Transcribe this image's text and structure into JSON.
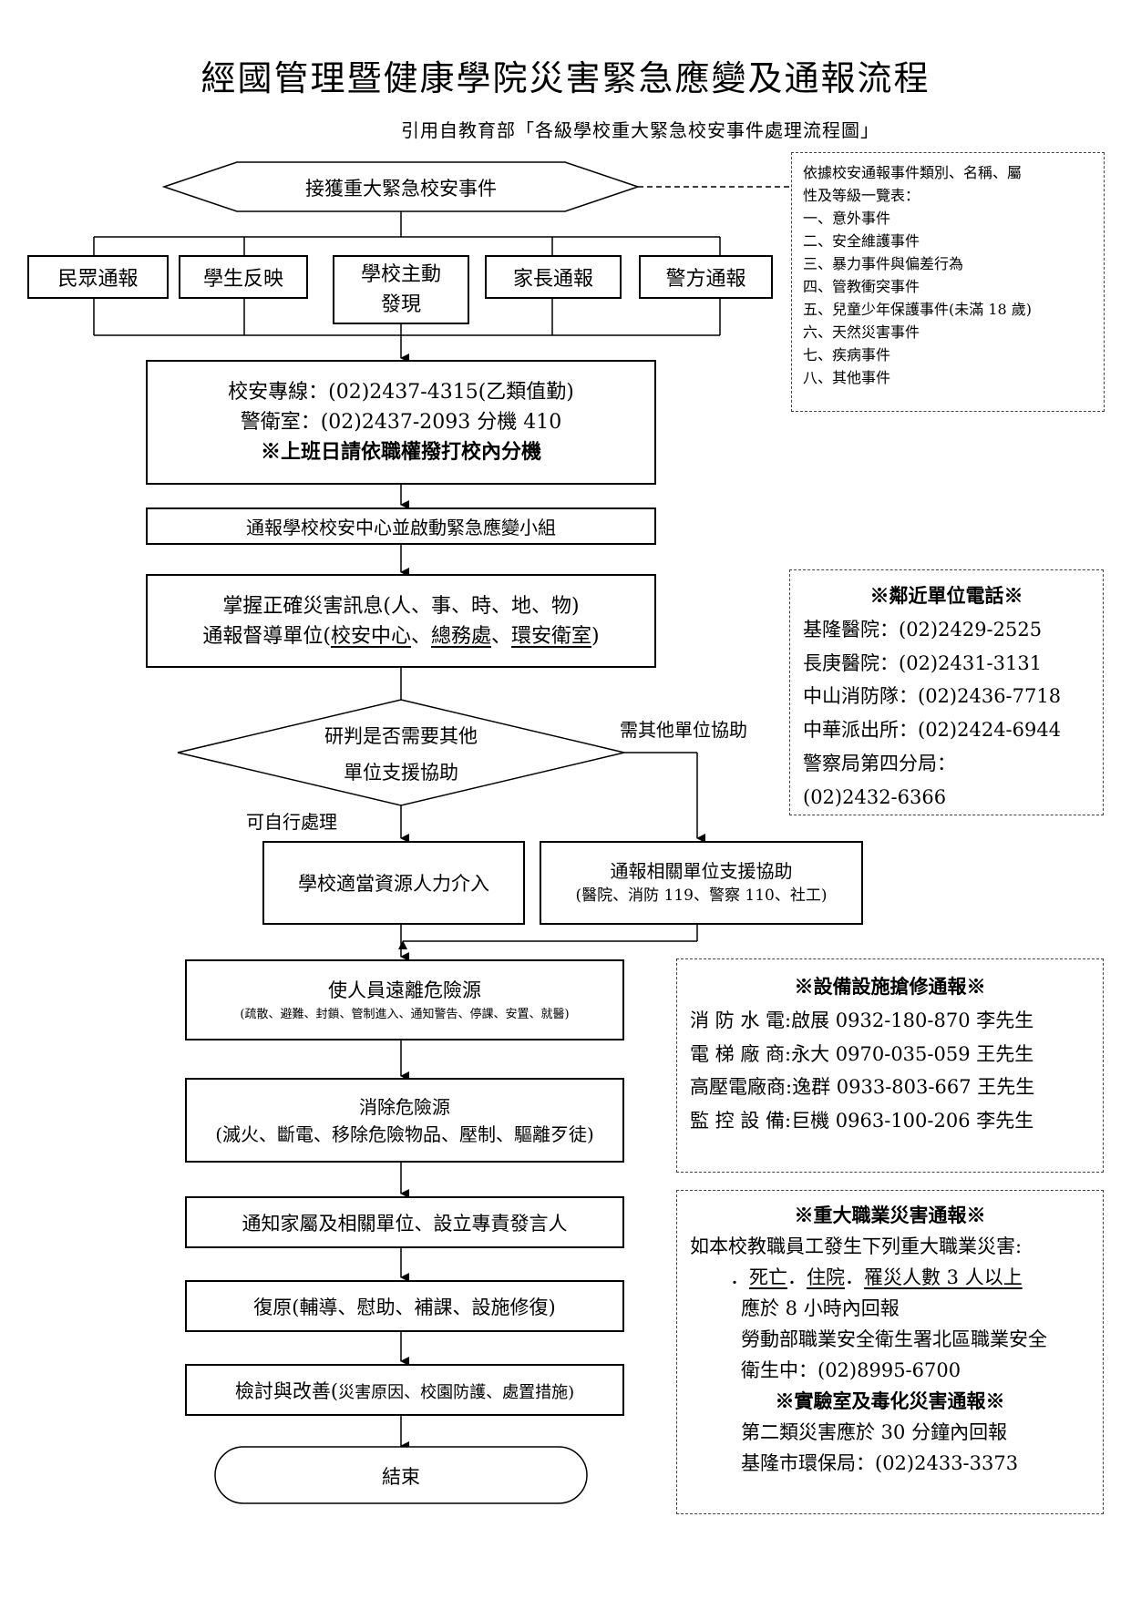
{
  "header": {
    "title": "經國管理暨健康學院災害緊急應變及通報流程",
    "subtitle": "引用自教育部「各級學校重大緊急校安事件處理流程圖」"
  },
  "start": {
    "label": "接獲重大緊急校安事件"
  },
  "sources": [
    {
      "label": "民眾通報"
    },
    {
      "label": "學生反映"
    },
    {
      "label": "學校主動",
      "label2": "發現"
    },
    {
      "label": "家長通報"
    },
    {
      "label": "警方通報"
    }
  ],
  "category_note": {
    "lines": [
      "依據校安通報事件類別、名稱、屬",
      "性及等級一覽表：",
      "一、意外事件",
      "二、安全維護事件",
      "三、暴力事件與偏差行為",
      "四、管教衝突事件",
      "五、兒童少年保護事件(未滿 18 歲)",
      "六、天然災害事件",
      "七、疾病事件",
      "八、其他事件"
    ]
  },
  "hotline": {
    "line1": "校安專線：(02)2437-4315(乙類值勤)",
    "line2": "警衛室：(02)2437-2093 分機 410",
    "line3": "※上班日請依職權撥打校內分機"
  },
  "notify_center": {
    "label": "通報學校校安中心並啟動緊急應變小組"
  },
  "grasp": {
    "line1": "掌握正確災害訊息(人、事、時、地、物)",
    "line2_prefix": "通報督導單位(",
    "unit1": "校安中心",
    "sep1": "、",
    "unit2": "總務處",
    "sep2": "、",
    "unit3": "環安衛室",
    "line2_suffix": ")"
  },
  "nearby": {
    "title": "※鄰近單位電話※",
    "lines": [
      "基隆醫院：(02)2429-2525",
      "長庚醫院：(02)2431-3131",
      "中山消防隊：(02)2436-7718",
      "中華派出所：(02)2424-6944",
      "警察局第四分局：",
      "(02)2432-6366"
    ]
  },
  "decision": {
    "line1": "研判是否需要其他",
    "line2": "單位支援協助",
    "yes_label": "需其他單位協助",
    "no_label": "可自行處理"
  },
  "self_handle": {
    "label": "學校適當資源人力介入"
  },
  "external": {
    "line1": "通報相關單位支援協助",
    "line2": "(醫院、消防 119、警察 110、社工)"
  },
  "evacuate": {
    "line1": "使人員遠離危險源",
    "line2": "(疏散、避難、封鎖、管制進入、通知警告、停課、安置、就醫)"
  },
  "eliminate": {
    "line1": "消除危險源",
    "line2": "(滅火、斷電、移除危險物品、壓制、驅離歹徒)"
  },
  "family": {
    "label": "通知家屬及相關單位、設立專責發言人"
  },
  "recover": {
    "label": "復原(輔導、慰助、補課、設施修復)"
  },
  "review": {
    "label_main": "檢討與改善(",
    "label_small": "災害原因、校園防護、處置措施)"
  },
  "end": {
    "label": "結束"
  },
  "repair": {
    "title": "※設備設施搶修通報※",
    "rows": [
      {
        "role": "消 防 水 電",
        "contact": "啟展 0932-180-870 李先生"
      },
      {
        "role": "電 梯 廠 商",
        "contact": "永大 0970-035-059 王先生"
      },
      {
        "role": "高壓電廠商",
        "contact": "逸群 0933-803-667 王先生"
      },
      {
        "role": "監 控 設 備",
        "contact": "巨機 0963-100-206 李先生"
      }
    ]
  },
  "occupational": {
    "title": "※重大職業災害通報※",
    "intro": "如本校教職員工發生下列重大職業災害:",
    "items_prefix1": "．",
    "item1": "死亡",
    "items_prefix2": "．",
    "item2": "住院",
    "items_prefix3": "．",
    "item3": "罹災人數 3 人以上",
    "line_report": "應於 8 小時內回報",
    "agency1": "勞動部職業安全衛生署北區職業安全",
    "agency2": "衛生中：(02)8995-6700",
    "lab_title": "※實驗室及毒化災害通報※",
    "lab_line1": "第二類災害應於 30 分鐘內回報",
    "lab_line2": "基隆市環保局：(02)2433-3373"
  }
}
